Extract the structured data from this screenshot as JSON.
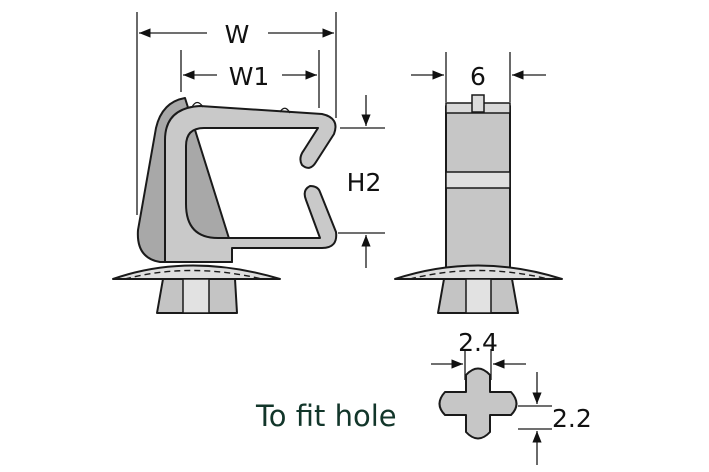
{
  "diagram": {
    "subject": "cable clip with push-mount base",
    "views": [
      "side-view",
      "front-view",
      "hole-profile"
    ],
    "dimensions": {
      "w_label": "W",
      "w1_label": "W1",
      "h2_label": "H2",
      "thickness_label": "6",
      "hole_width_label": "2.4",
      "hole_height_label": "2.2"
    },
    "caption": "To fit hole",
    "colors": {
      "caption": "#12362a",
      "body_light": "#c9c9c9",
      "body_dark": "#a9a9a9",
      "body_lighter": "#dcdcdc",
      "outline": "#1a1a1a"
    }
  }
}
